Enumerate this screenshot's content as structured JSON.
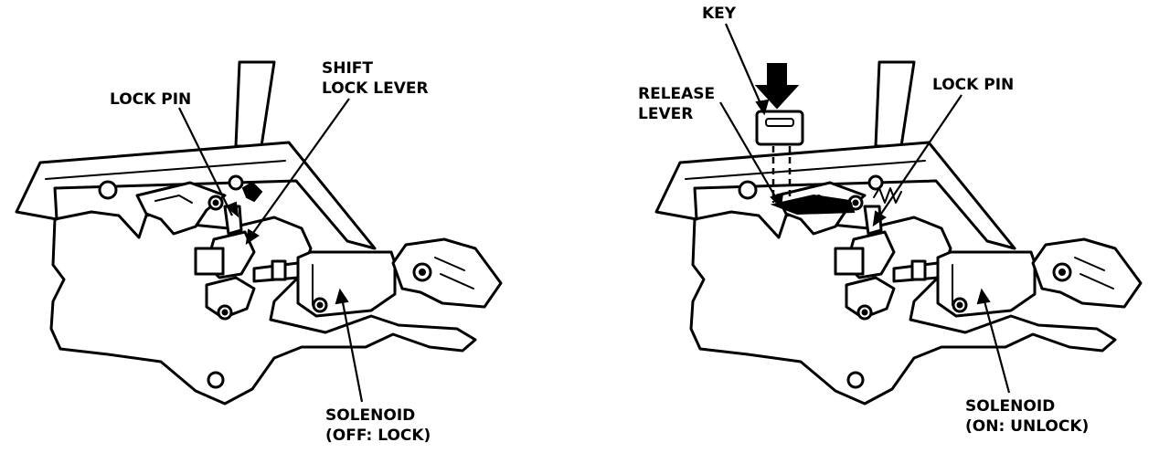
{
  "left_figure": {
    "labels": {
      "lock_pin": "LOCK PIN",
      "shift_lock_lever_1": "SHIFT",
      "shift_lock_lever_2": "LOCK LEVER",
      "solenoid_1": "SOLENOID",
      "solenoid_2": "(OFF: LOCK)"
    }
  },
  "right_figure": {
    "labels": {
      "key": "KEY",
      "release_lever_1": "RELEASE",
      "release_lever_2": "LEVER",
      "lock_pin": "LOCK PIN",
      "solenoid_1": "SOLENOID",
      "solenoid_2": "(ON: UNLOCK)"
    }
  }
}
